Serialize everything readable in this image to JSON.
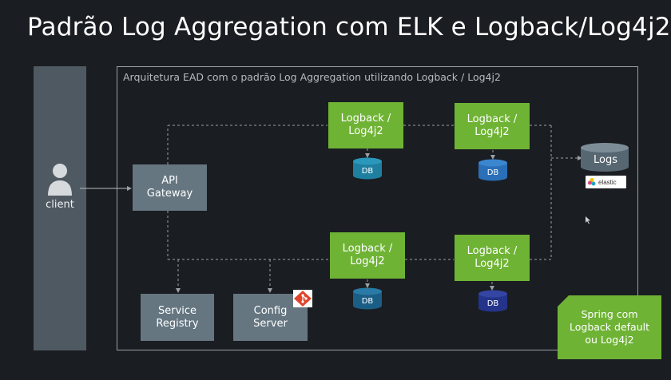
{
  "title": "Padrão Log Aggregation com ELK e Logback/Log4j2",
  "frame_label": "Arquitetura EAD com o padrão Log Aggregation utilizando Logback / Log4j2",
  "client": {
    "label": "client",
    "icon": "user-icon"
  },
  "api_gateway": {
    "line1": "API",
    "line2": "Gateway"
  },
  "service_registry": {
    "line1": "Service",
    "line2": "Registry"
  },
  "config_server": {
    "line1": "Config",
    "line2": "Server",
    "icon": "git-icon"
  },
  "services": [
    {
      "line1": "Logback /",
      "line2": "Log4j2",
      "db": "DB"
    },
    {
      "line1": "Logback /",
      "line2": "Log4j2",
      "db": "DB"
    },
    {
      "line1": "Logback /",
      "line2": "Log4j2",
      "db": "DB"
    },
    {
      "line1": "Logback /",
      "line2": "Log4j2",
      "db": "DB"
    }
  ],
  "logs": {
    "label": "Logs",
    "brand": "elastic",
    "icon": "elastic-logo"
  },
  "note": {
    "line1": "Spring com",
    "line2": "Logback default",
    "line3": "ou Log4j2"
  },
  "colors": {
    "background": "#1a1d21",
    "green": "#6fb335",
    "gray_box": "#657681",
    "db_teal": "#1e7fa0",
    "db_blue": "#2a6fb8",
    "db_navy": "#24348a"
  }
}
